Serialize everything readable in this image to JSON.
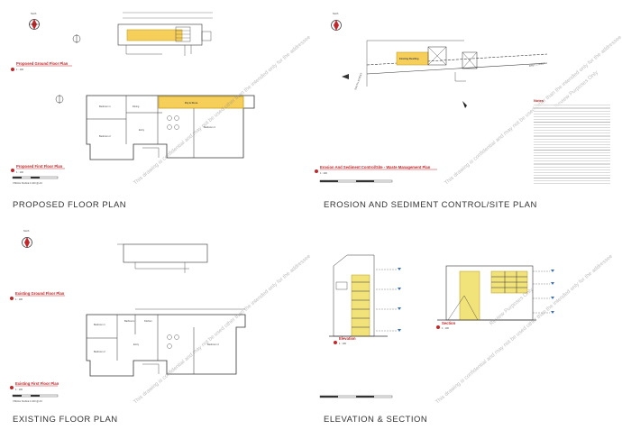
{
  "panels": {
    "proposed": {
      "title": "PROPOSED FLOOR PLAN",
      "ground_label": "Proposed Ground Floor Plan",
      "first_label": "Proposed First Floor Plan",
      "scale": "1 : 100",
      "visual_scale": "VISUAL SCALE 1:100 @ A3",
      "north": "North",
      "rooms": [
        "Bedroom 1",
        "Dining",
        "Bedroom 2",
        "Entry",
        "Bedroom 3",
        "Bedroom 4"
      ],
      "new_room": "Dry & Store"
    },
    "erosion": {
      "title": "EROSION AND SEDIMENT CONTROL/SITE PLAN",
      "plan_label": "Erosion And Sediment Control/Site - Waste Management Plan",
      "scale": "1 : 200",
      "north": "North",
      "new_label": "Existing Dwelling",
      "notes_title": "Notes"
    },
    "existing": {
      "title": "EXISTING FLOOR PLAN",
      "ground_label": "Existing Ground Floor Plan",
      "first_label": "Existing First Floor Plan",
      "scale": "1 : 100",
      "visual_scale": "VISUAL SCALE 1:100 @ A3",
      "north": "North",
      "rooms": [
        "Bedroom 1",
        "Bathroom",
        "Kitchen",
        "Entry",
        "Bedroom 2",
        "Bedroom 3"
      ]
    },
    "elevation": {
      "title": "ELEVATION & SECTION",
      "elevation_label": "Elevation",
      "section_label": "Section",
      "scale": "1 : 100"
    }
  },
  "watermark": "This drawing is confidential and may not be used other than the intended only for the addressee",
  "watermark2": "Review Purposes Only"
}
